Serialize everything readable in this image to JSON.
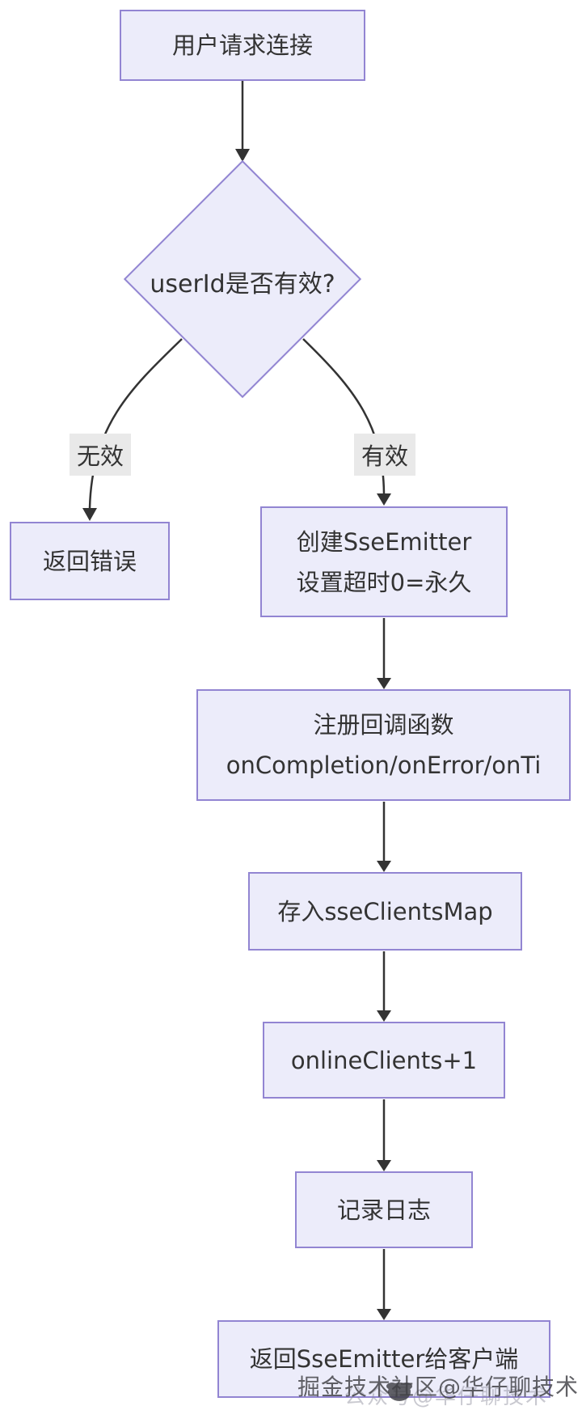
{
  "diagram": {
    "type": "flowchart",
    "colors": {
      "node_fill": "#ececfa",
      "node_border": "#9285d2",
      "edge_color": "#333333",
      "text_color": "#333333",
      "edge_label_bg": "#e9e9e9",
      "background": "#ffffff"
    },
    "nodes": [
      {
        "id": "user-request",
        "shape": "rect",
        "label": "用户请求连接"
      },
      {
        "id": "userid-valid-decision",
        "shape": "diamond",
        "label": "userId是否有效?"
      },
      {
        "id": "return-error",
        "shape": "rect",
        "label": "返回错误"
      },
      {
        "id": "create-sse-emitter",
        "shape": "rect",
        "lines": [
          "创建SseEmitter",
          "设置超时0=永久"
        ]
      },
      {
        "id": "register-callbacks",
        "shape": "rect",
        "lines": [
          "注册回调函数",
          "onCompletion/onError/onTi"
        ]
      },
      {
        "id": "store-clients-map",
        "shape": "rect",
        "label": "存入sseClientsMap"
      },
      {
        "id": "online-clients",
        "shape": "rect",
        "label": "onlineClients+1"
      },
      {
        "id": "record-log",
        "shape": "rect",
        "label": "记录日志"
      },
      {
        "id": "return-emitter",
        "shape": "rect",
        "label": "返回SseEmitter给客户端"
      }
    ],
    "edge_labels": [
      {
        "id": "invalid",
        "text": "无效"
      },
      {
        "id": "valid",
        "text": "有效"
      }
    ],
    "edges": [
      "用户请求连接 -> userId是否有效?",
      "userId是否有效? -无效-> 返回错误",
      "userId是否有效? -有效-> 创建SseEmitter 设置超时0=永久",
      "创建SseEmitter -> 注册回调函数",
      "注册回调函数 -> 存入sseClientsMap",
      "存入sseClientsMap -> onlineClients+1",
      "onlineClients+1 -> 记录日志",
      "记录日志 -> 返回SseEmitter给客户端"
    ],
    "watermark": {
      "text": "掘金技术社区@华仔聊技术",
      "ghost_text": "公众号@华仔聊技术",
      "icon": "panda-icon"
    }
  }
}
